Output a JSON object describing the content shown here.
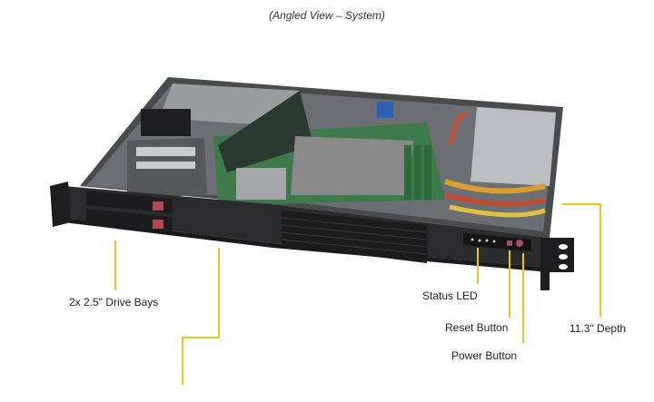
{
  "caption": "(Angled View – System)",
  "callouts": [
    {
      "id": "drive-bays",
      "label": "2x 2.5\" Drive Bays"
    },
    {
      "id": "status-led",
      "label": "Status LED"
    },
    {
      "id": "reset-button",
      "label": "Reset Button"
    },
    {
      "id": "power-button",
      "label": "Power Button"
    },
    {
      "id": "depth",
      "label": "11.3\" Depth"
    }
  ],
  "colors": {
    "callout_line": "#f0c419",
    "chassis": "#2b2b2d",
    "board": "#3f7a4a",
    "heatsink": "#8a8a8a",
    "psu": "#b9bcc0",
    "drive_latch": "#b04a52"
  }
}
